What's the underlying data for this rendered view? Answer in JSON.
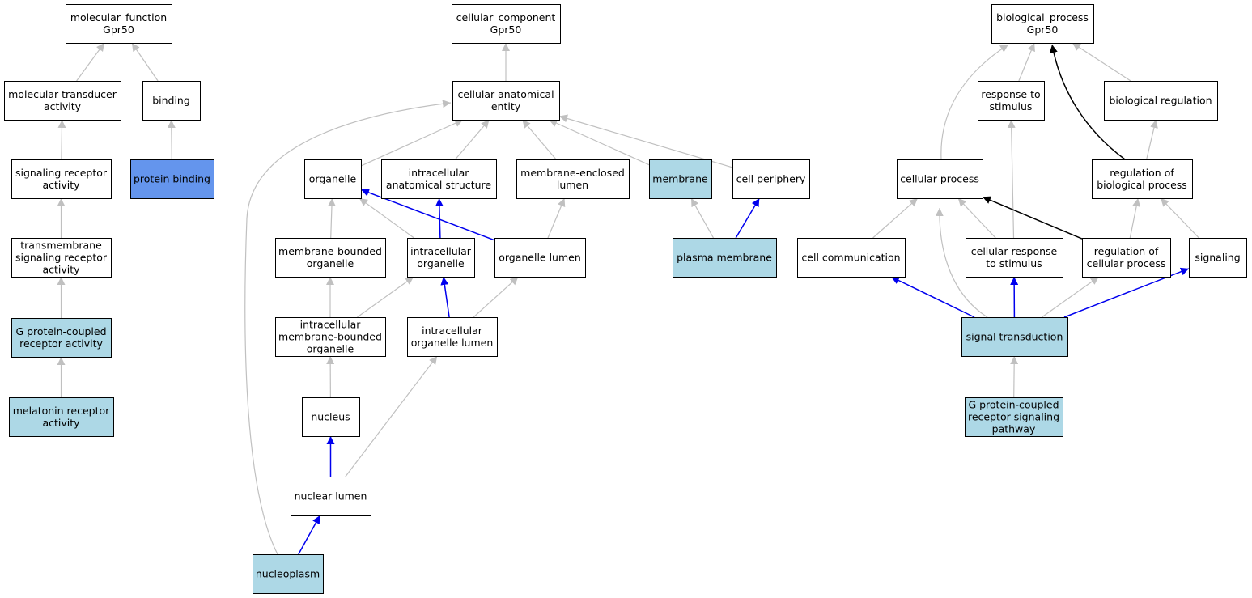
{
  "colors": {
    "white": "#ffffff",
    "light_blue": "#add8e6",
    "cornflower_blue": "#6495ed",
    "edge_gray": "#c0c0c0",
    "edge_blue": "#0000ee",
    "edge_black": "#000000"
  },
  "nodes": [
    {
      "id": "mf",
      "lines": [
        "molecular_function",
        "Gpr50"
      ],
      "fill": "white"
    },
    {
      "id": "mta",
      "lines": [
        "molecular transducer",
        "activity"
      ],
      "fill": "white"
    },
    {
      "id": "binding",
      "lines": [
        "binding"
      ],
      "fill": "white"
    },
    {
      "id": "sra",
      "lines": [
        "signaling receptor",
        "activity"
      ],
      "fill": "white"
    },
    {
      "id": "pb",
      "lines": [
        "protein binding"
      ],
      "fill": "cornflower_blue"
    },
    {
      "id": "tsra",
      "lines": [
        "transmembrane",
        "signaling receptor",
        "activity"
      ],
      "fill": "white"
    },
    {
      "id": "gpcra",
      "lines": [
        "G protein-coupled",
        "receptor activity"
      ],
      "fill": "light_blue"
    },
    {
      "id": "mra",
      "lines": [
        "melatonin receptor",
        "activity"
      ],
      "fill": "light_blue"
    },
    {
      "id": "cc",
      "lines": [
        "cellular_component",
        "Gpr50"
      ],
      "fill": "white"
    },
    {
      "id": "cae",
      "lines": [
        "cellular anatomical",
        "entity"
      ],
      "fill": "white"
    },
    {
      "id": "organelle",
      "lines": [
        "organelle"
      ],
      "fill": "white"
    },
    {
      "id": "ias",
      "lines": [
        "intracellular",
        "anatomical structure"
      ],
      "fill": "white"
    },
    {
      "id": "mel",
      "lines": [
        "membrane-enclosed",
        "lumen"
      ],
      "fill": "white"
    },
    {
      "id": "membrane",
      "lines": [
        "membrane"
      ],
      "fill": "light_blue"
    },
    {
      "id": "cp",
      "lines": [
        "cell periphery"
      ],
      "fill": "white"
    },
    {
      "id": "mbo",
      "lines": [
        "membrane-bounded",
        "organelle"
      ],
      "fill": "white"
    },
    {
      "id": "io",
      "lines": [
        "intracellular",
        "organelle"
      ],
      "fill": "white"
    },
    {
      "id": "ol",
      "lines": [
        "organelle lumen"
      ],
      "fill": "white"
    },
    {
      "id": "pm",
      "lines": [
        "plasma membrane"
      ],
      "fill": "light_blue"
    },
    {
      "id": "imbo",
      "lines": [
        "intracellular",
        "membrane-bounded",
        "organelle"
      ],
      "fill": "white"
    },
    {
      "id": "iol",
      "lines": [
        "intracellular",
        "organelle lumen"
      ],
      "fill": "white"
    },
    {
      "id": "nucleus",
      "lines": [
        "nucleus"
      ],
      "fill": "white"
    },
    {
      "id": "nl",
      "lines": [
        "nuclear lumen"
      ],
      "fill": "white"
    },
    {
      "id": "np",
      "lines": [
        "nucleoplasm"
      ],
      "fill": "light_blue"
    },
    {
      "id": "bp",
      "lines": [
        "biological_process",
        "Gpr50"
      ],
      "fill": "white"
    },
    {
      "id": "rts",
      "lines": [
        "response to",
        "stimulus"
      ],
      "fill": "white"
    },
    {
      "id": "br",
      "lines": [
        "biological regulation"
      ],
      "fill": "white"
    },
    {
      "id": "cellp",
      "lines": [
        "cellular process"
      ],
      "fill": "white"
    },
    {
      "id": "robp",
      "lines": [
        "regulation of",
        "biological process"
      ],
      "fill": "white"
    },
    {
      "id": "ccomm",
      "lines": [
        "cell communication"
      ],
      "fill": "white"
    },
    {
      "id": "crs",
      "lines": [
        "cellular response",
        "to stimulus"
      ],
      "fill": "white"
    },
    {
      "id": "rocp",
      "lines": [
        "regulation of",
        "cellular process"
      ],
      "fill": "white"
    },
    {
      "id": "signaling",
      "lines": [
        "signaling"
      ],
      "fill": "white"
    },
    {
      "id": "st",
      "lines": [
        "signal transduction"
      ],
      "fill": "light_blue"
    },
    {
      "id": "gpcrsp",
      "lines": [
        "G protein-coupled",
        "receptor signaling",
        "pathway"
      ],
      "fill": "light_blue"
    }
  ],
  "edges": [
    {
      "from": "mta",
      "to": "mf",
      "color": "edge_gray"
    },
    {
      "from": "binding",
      "to": "mf",
      "color": "edge_gray"
    },
    {
      "from": "sra",
      "to": "mta",
      "color": "edge_gray"
    },
    {
      "from": "pb",
      "to": "binding",
      "color": "edge_gray"
    },
    {
      "from": "tsra",
      "to": "sra",
      "color": "edge_gray"
    },
    {
      "from": "gpcra",
      "to": "tsra",
      "color": "edge_gray"
    },
    {
      "from": "mra",
      "to": "gpcra",
      "color": "edge_gray"
    },
    {
      "from": "cae",
      "to": "cc",
      "color": "edge_gray"
    },
    {
      "from": "organelle",
      "to": "cae",
      "color": "edge_gray"
    },
    {
      "from": "ias",
      "to": "cae",
      "color": "edge_gray"
    },
    {
      "from": "mel",
      "to": "cae",
      "color": "edge_gray"
    },
    {
      "from": "membrane",
      "to": "cae",
      "color": "edge_gray"
    },
    {
      "from": "cp",
      "to": "cae",
      "color": "edge_gray"
    },
    {
      "from": "np",
      "to": "cae",
      "color": "edge_gray"
    },
    {
      "from": "mbo",
      "to": "organelle",
      "color": "edge_gray"
    },
    {
      "from": "io",
      "to": "organelle",
      "color": "edge_gray"
    },
    {
      "from": "io",
      "to": "ias",
      "color": "edge_blue"
    },
    {
      "from": "ol",
      "to": "organelle",
      "color": "edge_blue"
    },
    {
      "from": "ol",
      "to": "mel",
      "color": "edge_gray"
    },
    {
      "from": "pm",
      "to": "membrane",
      "color": "edge_gray"
    },
    {
      "from": "pm",
      "to": "cp",
      "color": "edge_blue"
    },
    {
      "from": "imbo",
      "to": "mbo",
      "color": "edge_gray"
    },
    {
      "from": "imbo",
      "to": "io",
      "color": "edge_gray"
    },
    {
      "from": "iol",
      "to": "io",
      "color": "edge_blue"
    },
    {
      "from": "iol",
      "to": "ol",
      "color": "edge_gray"
    },
    {
      "from": "nucleus",
      "to": "imbo",
      "color": "edge_gray"
    },
    {
      "from": "nl",
      "to": "nucleus",
      "color": "edge_blue"
    },
    {
      "from": "nl",
      "to": "iol",
      "color": "edge_gray"
    },
    {
      "from": "np",
      "to": "nl",
      "color": "edge_blue"
    },
    {
      "from": "cellp",
      "to": "bp",
      "color": "edge_gray"
    },
    {
      "from": "rts",
      "to": "bp",
      "color": "edge_gray"
    },
    {
      "from": "br",
      "to": "bp",
      "color": "edge_gray"
    },
    {
      "from": "robp",
      "to": "bp",
      "color": "edge_black"
    },
    {
      "from": "robp",
      "to": "br",
      "color": "edge_gray"
    },
    {
      "from": "ccomm",
      "to": "cellp",
      "color": "edge_gray"
    },
    {
      "from": "crs",
      "to": "cellp",
      "color": "edge_gray"
    },
    {
      "from": "crs",
      "to": "rts",
      "color": "edge_gray"
    },
    {
      "from": "rocp",
      "to": "cellp",
      "color": "edge_black"
    },
    {
      "from": "rocp",
      "to": "robp",
      "color": "edge_gray"
    },
    {
      "from": "signaling",
      "to": "robp",
      "color": "edge_gray"
    },
    {
      "from": "st",
      "to": "cellp",
      "color": "edge_gray"
    },
    {
      "from": "st",
      "to": "ccomm",
      "color": "edge_blue"
    },
    {
      "from": "st",
      "to": "crs",
      "color": "edge_blue"
    },
    {
      "from": "st",
      "to": "rocp",
      "color": "edge_gray"
    },
    {
      "from": "st",
      "to": "signaling",
      "color": "edge_blue"
    },
    {
      "from": "gpcrsp",
      "to": "st",
      "color": "edge_gray"
    }
  ]
}
